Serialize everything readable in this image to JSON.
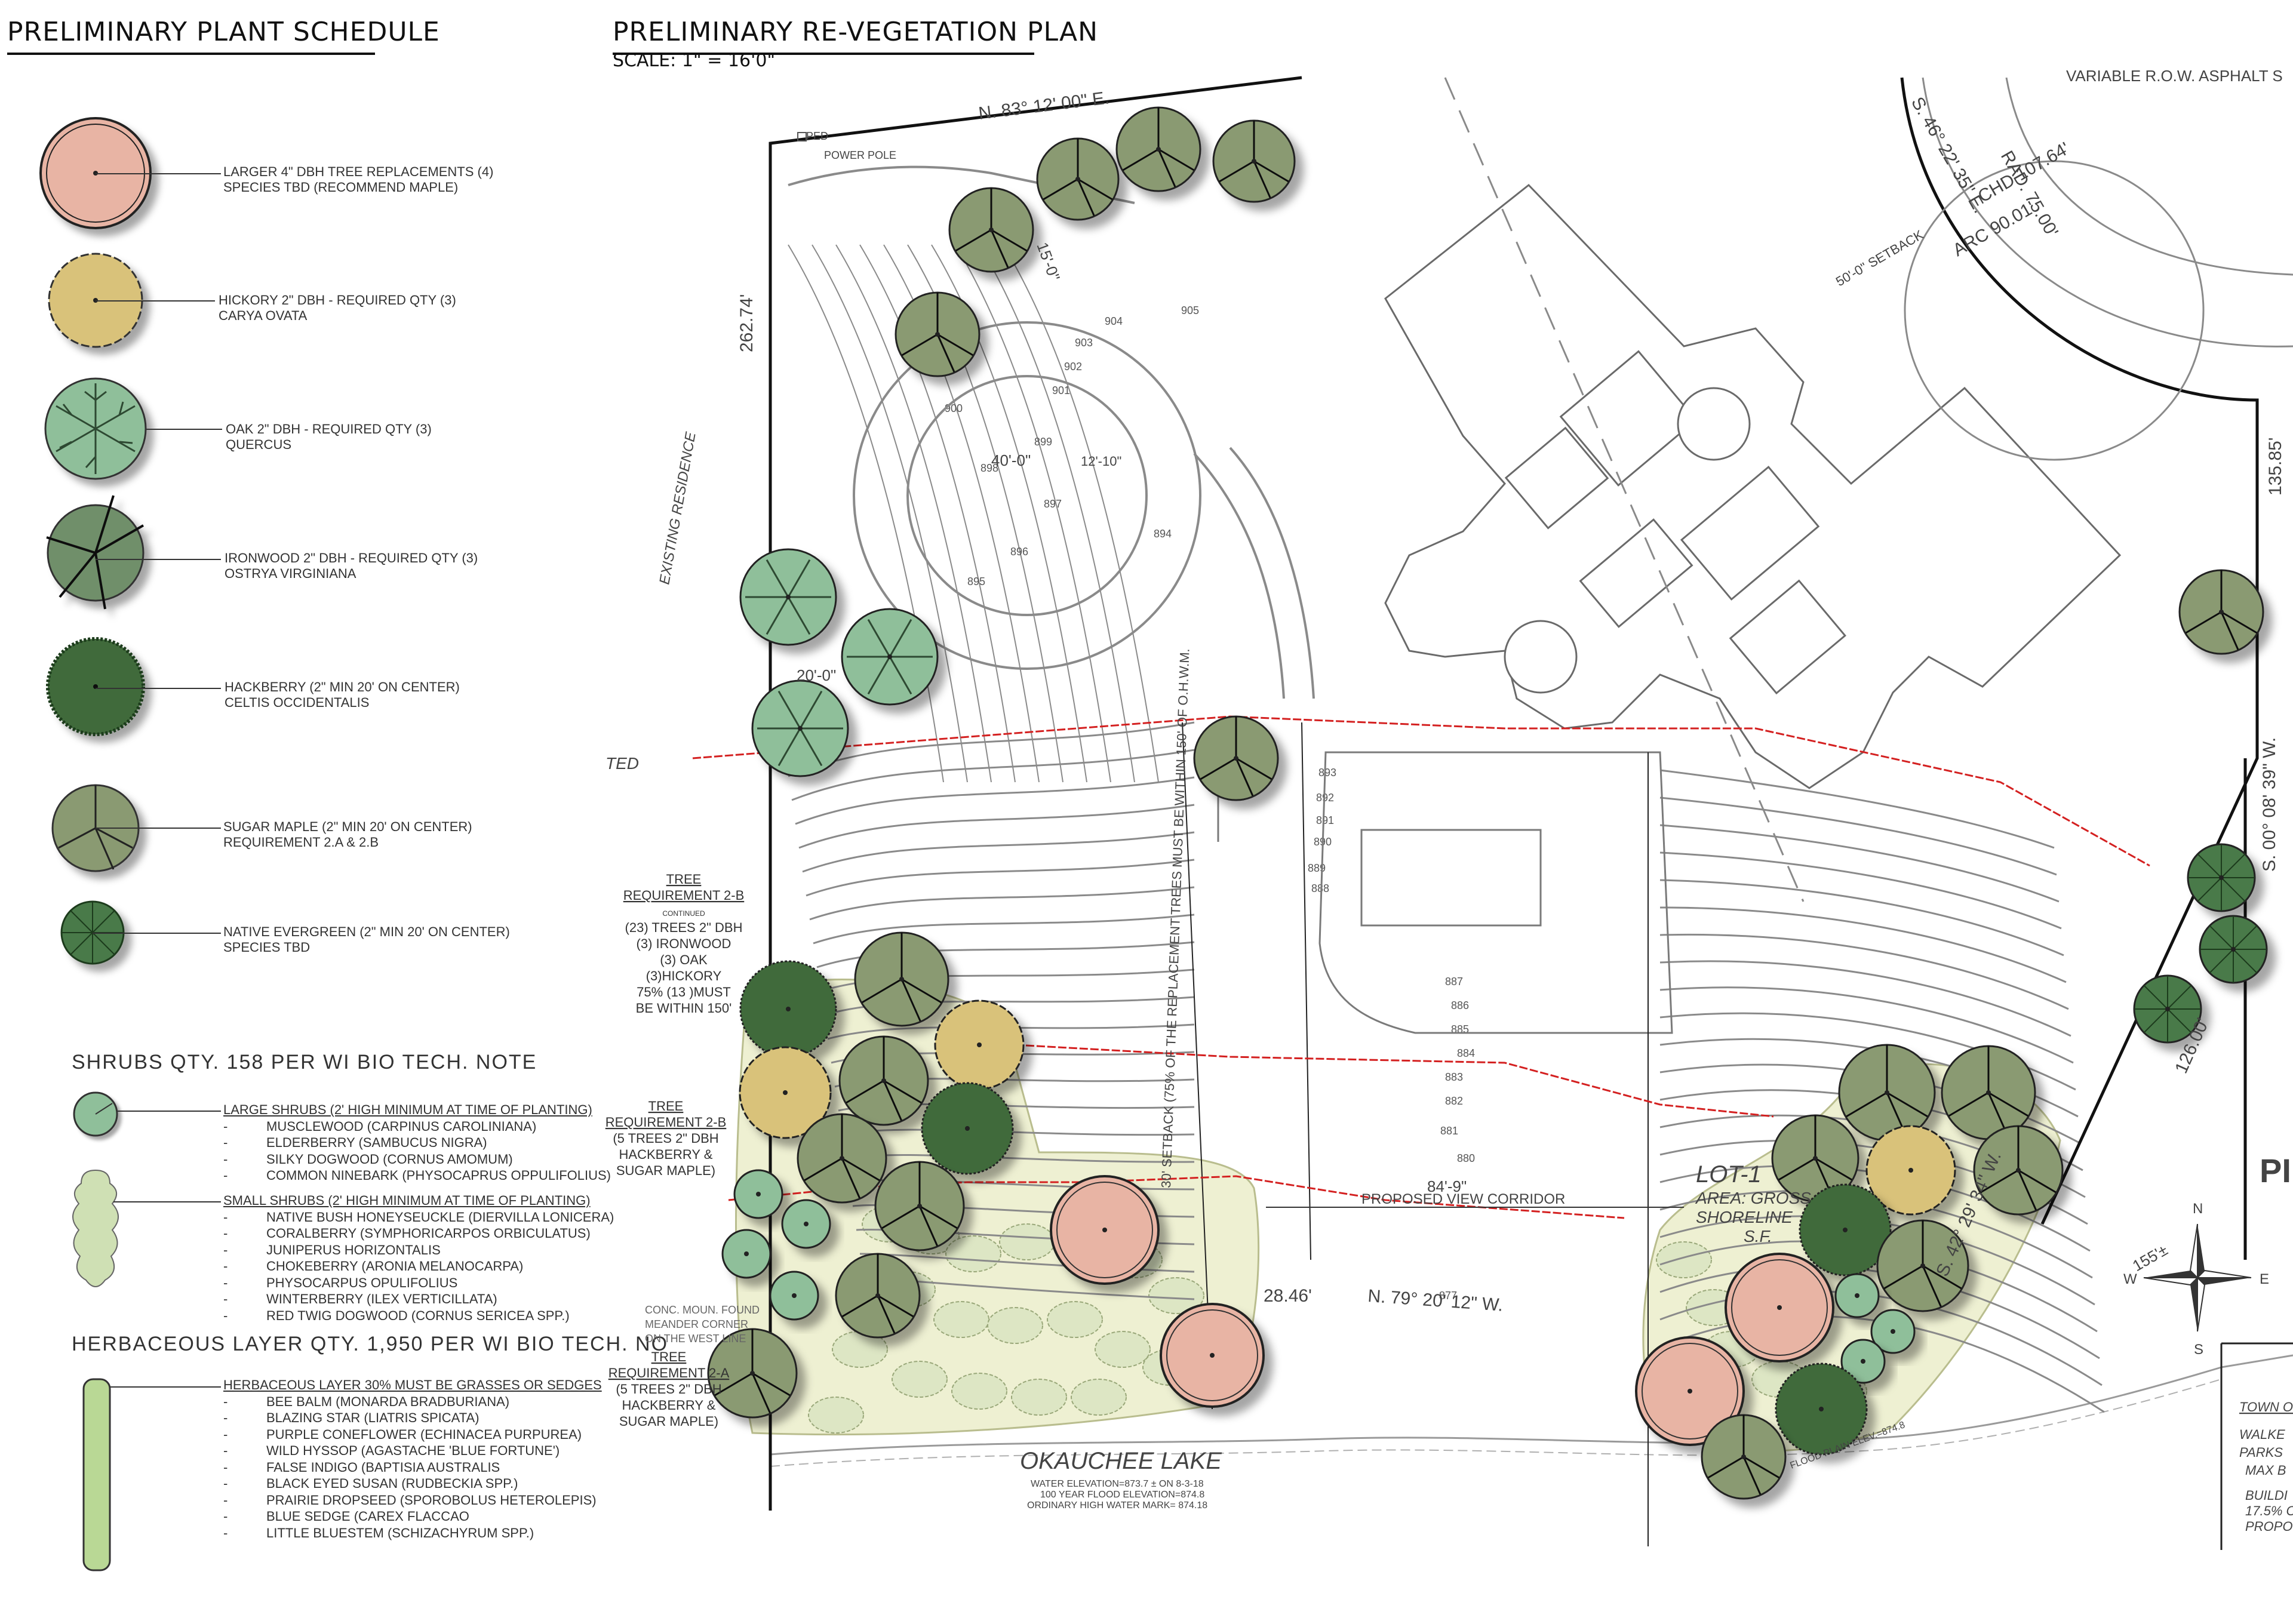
{
  "schedule": {
    "title": "PRELIMINARY PLANT SCHEDULE",
    "items": [
      {
        "line1": "LARGER 4\" DBH TREE REPLACEMENTS (4)",
        "line2": "SPECIES TBD (RECOMMEND MAPLE)",
        "icon": "maple-replacement-icon",
        "color": "#e8b4a4"
      },
      {
        "line1": "HICKORY  2\" DBH - REQUIRED QTY (3)",
        "line2": "CARYA OVATA",
        "icon": "hickory-icon",
        "color": "#d9c27a"
      },
      {
        "line1": "OAK 2\" DBH - REQUIRED QTY (3)",
        "line2": "QUERCUS",
        "icon": "oak-icon",
        "color": "#8fbf9a"
      },
      {
        "line1": "IRONWOOD 2\" DBH - REQUIRED QTY (3)",
        "line2": "OSTRYA VIRGINIANA",
        "icon": "ironwood-icon",
        "color": "#6f8f6a"
      },
      {
        "line1": "HACKBERRY (2\" MIN 20' ON CENTER)",
        "line2": "CELTIS OCCIDENTALIS",
        "icon": "hackberry-icon",
        "color": "#3f6b3a"
      },
      {
        "line1": "SUGAR MAPLE (2\" MIN 20' ON CENTER)",
        "line2": "REQUIREMENT 2.A & 2.B",
        "icon": "sugar-maple-icon",
        "color": "#8a9a72"
      },
      {
        "line1": "NATIVE EVERGREEN (2\" MIN 20' ON CENTER)",
        "line2": "SPECIES TBD",
        "icon": "evergreen-icon",
        "color": "#4a7a4a"
      }
    ]
  },
  "shrubs": {
    "header": "SHRUBS  QTY.  158 PER WI BIO TECH. NOTE",
    "large_title": "LARGE SHRUBS (2' HIGH MINIMUM AT TIME OF PLANTING)",
    "large_items": [
      "MUSCLEWOOD (CARPINUS CAROLINIANA)",
      "ELDERBERRY (SAMBUCUS NIGRA)",
      "SILKY DOGWOOD (CORNUS AMOMUM)",
      "COMMON NINEBARK (PHYSOCAPRUS OPPULIFOLIUS)"
    ],
    "small_title": "SMALL SHRUBS (2' HIGH MINIMUM AT TIME OF PLANTING)",
    "small_items": [
      "NATIVE BUSH HONEYSEUCKLE (DIERVILLA LONICERA)",
      "CORALBERRY (SYMPHORICARPOS ORBICULATUS)",
      "JUNIPERUS HORIZONTALIS",
      "CHOKEBERRY (ARONIA MELANOCARPA)",
      "PHYSOCARPUS OPULIFOLIUS",
      "WINTERBERRY (ILEX VERTICILLATA)",
      "RED TWIG DOGWOOD (CORNUS SERICEA SPP.)"
    ]
  },
  "herbaceous": {
    "header": "HERBACEOUS LAYER  QTY.  1,950 PER WI BIO TECH. NO",
    "title": "HERBACEOUS LAYER 30% MUST BE GRASSES OR SEDGES",
    "items": [
      "BEE BALM (MONARDA BRADBURIANA)",
      "BLAZING STAR (LIATRIS SPICATA)",
      "PURPLE CONEFLOWER (ECHINACEA PURPUREA)",
      "WILD HYSSOP (AGASTACHE 'BLUE FORTUNE')",
      "FALSE INDIGO (BAPTISIA AUSTRALIS",
      "BLACK EYED SUSAN (RUDBECKIA SPP.)",
      "PRAIRIE DROPSEED (SPOROBOLUS HETEROLEPIS)",
      "BLUE SEDGE (CAREX FLACCAO",
      "LITTLE BLUESTEM (SCHIZACHYRUM SPP.)"
    ]
  },
  "plan": {
    "title": "PRELIMINARY RE-VEGETATION PLAN",
    "scale": "SCALE: 1\" = 16'0\"",
    "bearing_north": "N. 83° 12' 00\" E.",
    "bearing_south": "N. 79° 20' 12\" W.",
    "bearing_east": "S. 00° 08' 39\" W.",
    "bearing_se": "S. 42° 29' 34\" W.",
    "bearing_arc": "S. 46° 22' 35\" E.",
    "dim_west": "262.74'",
    "dim_east": "135.85'",
    "dim_south": "28.46'",
    "dim_se": "126.00'",
    "dim_se2": "155'±",
    "dim_corridor": "84'-9\"",
    "corridor_label": "PROPOSED VIEW CORRIDOR",
    "lot_title": "LOT-1",
    "lot_l1": "AREA: GROSS",
    "lot_l2": "SHORELINE",
    "lot_l3": "S.F.",
    "lake_name": "OKAUCHEE LAKE",
    "lake_l1": "WATER ELEVATION=873.7 ± ON  8-3-18",
    "lake_l2": "100 YEAR FLOOD ELEVATION=874.8",
    "lake_l3": "ORDINARY HIGH WATER MARK= 874.18",
    "existing_res": "EXISTING RESIDENCE",
    "power_pole": "POWER POLE",
    "ped": "PED",
    "setback_text": "30' SETBACK (75% OF THE REPLACEMENT TREES MUST BE WITHIN 150' OF O.H.W.M.",
    "req_2b_top": [
      "TREE",
      "REQUIREMENT 2-B",
      "CONTINUED",
      "(23) TREES 2\" DBH",
      "(3) IRONWOOD",
      "(3) OAK",
      "(3)HICKORY",
      "75% (13 )MUST",
      "BE WITHIN 150'"
    ],
    "req_2b_mid": [
      "TREE",
      "REQUIREMENT 2-B",
      "(5 TREES 2\" DBH",
      "HACKBERRY &",
      "SUGAR MAPLE)"
    ],
    "req_2a": [
      "TREE",
      "REQUIREMENT 2-A",
      "(5 TREES 2\" DBH",
      "HACKBERRY &",
      "SUGAR MAPLE)"
    ],
    "conc_mon": [
      "CONC. MOUN. FOUND",
      "MEANDER CORNER",
      "ON THE WEST LINE"
    ],
    "contours": [
      "905",
      "904",
      "903",
      "902",
      "901",
      "900",
      "899",
      "898",
      "897",
      "896",
      "895",
      "894",
      "893",
      "892",
      "891",
      "890",
      "889",
      "888",
      "887",
      "886",
      "885",
      "884",
      "883",
      "882",
      "881",
      "880",
      "877"
    ],
    "arc_label": "ARC 90.01'",
    "rad_label": "RAD. 75.00'",
    "chd_label": "CHD 107.64'",
    "setback_50": "50'-0\" SETBACK",
    "dim_40": "40'-0\"",
    "dim_20": "20'-0\"",
    "dim_15": "15'-0\"",
    "dim_12": "12'-10\"",
    "ted": "TED",
    "row_label": "VARIABLE R.O.W. ASPHALT S",
    "compass_n": "N",
    "compass_s": "S",
    "compass_e": "E",
    "compass_w": "W",
    "cut_pl": "PI",
    "tb_town": "TOWN O",
    "tb_walk": "WALKE",
    "tb_parks": "PARKS",
    "tb_max": "MAX B",
    "tb_build": "BUILDI",
    "tb_pct": "17.5% O",
    "tb_prop": "PROPO",
    "flood_plain": "FLOOD PLAIN ELEV.=874.8"
  },
  "colors": {
    "line": "#8a8a8a",
    "boundary": "#111111",
    "red": "#d42020",
    "planting_bed": "#eef0d2",
    "maple": "#e8b4a4",
    "hickory": "#d9c27a",
    "oak": "#8fbf9a",
    "ironwood": "#6f8f6a",
    "hackberry": "#3f6b3a",
    "sugar_maple": "#8a9a72",
    "evergreen": "#4a7a4a",
    "shrub_large": "#8fbf9a",
    "shrub_small": "#cfe0b4",
    "herb": "#b9d895"
  }
}
